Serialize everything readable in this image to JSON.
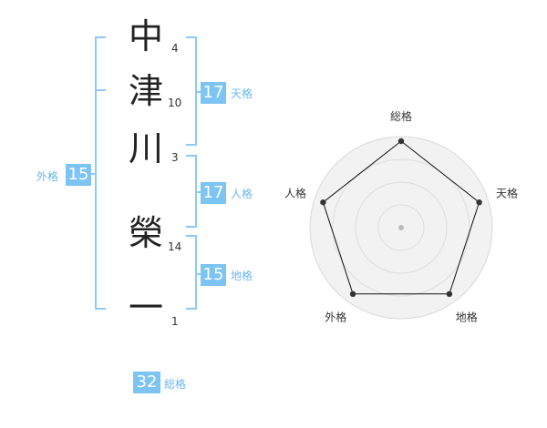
{
  "name": {
    "characters": [
      {
        "char": "中",
        "strokes": "4"
      },
      {
        "char": "津",
        "strokes": "10"
      },
      {
        "char": "川",
        "strokes": "3"
      },
      {
        "char": "榮",
        "strokes": "14"
      },
      {
        "char": "一",
        "strokes": "1"
      }
    ]
  },
  "fortune": {
    "tenkaku": {
      "value": "17",
      "label": "天格"
    },
    "jinkaku": {
      "value": "17",
      "label": "人格"
    },
    "chikaku": {
      "value": "15",
      "label": "地格"
    },
    "gaikaku": {
      "value": "15",
      "label": "外格"
    },
    "soukaku": {
      "value": "32",
      "label": "総格"
    }
  },
  "radar": {
    "labels": [
      "総格",
      "天格",
      "地格",
      "外格",
      "人格"
    ],
    "levels": [
      0.95,
      0.9,
      0.9,
      0.9,
      0.9
    ],
    "grid_rings": 4,
    "colors": {
      "fill": "#f2f2f2",
      "ring": "#dddddd",
      "line": "#111111",
      "center": "#bbbbbb"
    }
  }
}
